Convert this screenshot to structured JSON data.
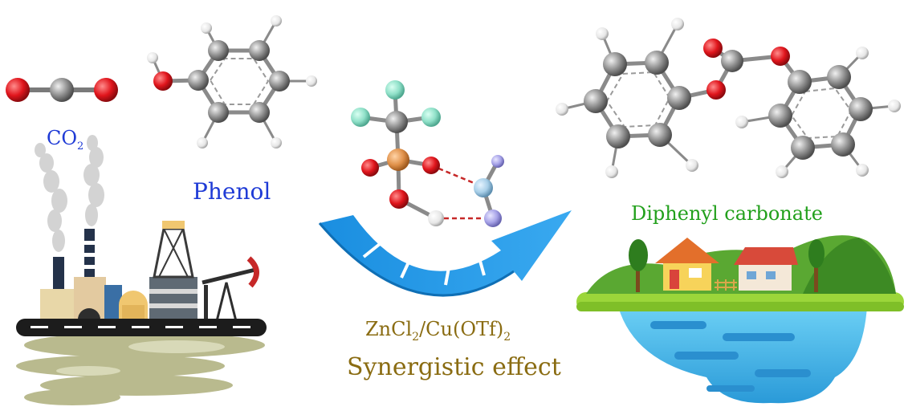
{
  "labels": {
    "co2": {
      "main": "CO",
      "sub": "2"
    },
    "phenol": "Phenol",
    "product": "Diphenyl carbonate",
    "catalyst": {
      "p1": "ZnCl",
      "s1": "2",
      "p2": "/Cu(OTf)",
      "s2": "2"
    },
    "effect": "Synergistic effect"
  },
  "colors": {
    "label_blue": "#1f3bd6",
    "product_green": "#22a01c",
    "catalyst_brown": "#8a6c12",
    "oxygen": "#e0151c",
    "carbon": "#8e8e8e",
    "hydrogen": "#e6e6e6",
    "fluorine": "#8fe0c8",
    "sulfur": "#e0914a",
    "zinc_cu": "#a7a3e8",
    "arrow_blue": "#1a8ee0",
    "water": "#3fb4ec",
    "grass": "#6bbf2c"
  },
  "icons": [
    "co2-molecule-icon",
    "phenol-molecule-icon",
    "triflate-complex-icon",
    "diphenyl-carbonate-molecule-icon",
    "factory-scene-icon",
    "village-island-icon",
    "curved-arrow-icon"
  ]
}
